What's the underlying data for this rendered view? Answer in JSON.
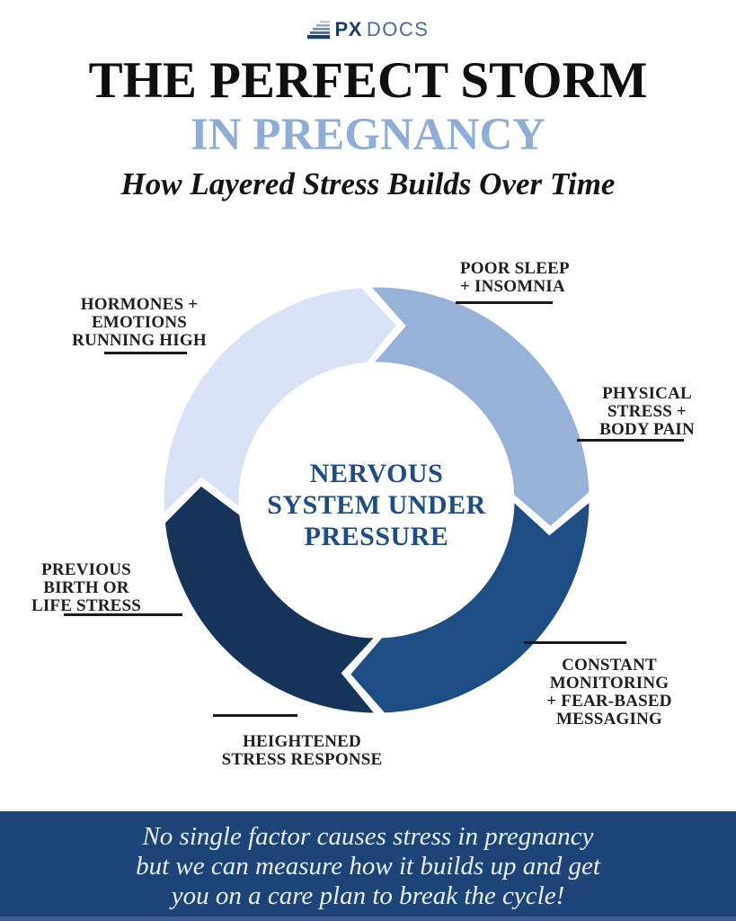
{
  "logo": {
    "px": "PX",
    "docs": "DOCS"
  },
  "header": {
    "title_line1": "THE PERFECT STORM",
    "title_line2": "IN PREGNANCY",
    "subtitle": "How Layered Stress Builds Over Time"
  },
  "colors": {
    "title_accent_blue": "#8fadd6",
    "center_text_blue": "#1e4b89",
    "footer_background": "#1d4478",
    "logo_dark_blue": "#1c3e6e",
    "logo_light_blue": "#4a6b9d"
  },
  "diagram": {
    "center_lines": [
      "NERVOUS",
      "SYSTEM UNDER",
      "PRESSURE"
    ],
    "segments": [
      {
        "id": "segment-top-left",
        "color": "#d9e3f5",
        "a": 266,
        "b": 356
      },
      {
        "id": "segment-top-right",
        "color": "#97b1d7",
        "a": 358,
        "b": 88
      },
      {
        "id": "segment-bottom-right",
        "color": "#1c4e85",
        "a": 90,
        "b": 178
      },
      {
        "id": "segment-bottom-left",
        "color": "#16335a",
        "a": 180,
        "b": 264
      }
    ],
    "callouts": [
      {
        "id": "hormones-emotions",
        "lines": [
          "HORMONES +",
          "EMOTIONS",
          "RUNNING HIGH"
        ]
      },
      {
        "id": "poor-sleep",
        "lines": [
          "POOR SLEEP",
          "+ INSOMNIA"
        ]
      },
      {
        "id": "physical-stress",
        "lines": [
          "PHYSICAL",
          "STRESS +",
          "BODY PAIN"
        ]
      },
      {
        "id": "constant-monitoring",
        "lines": [
          "CONSTANT",
          "MONITORING",
          "+ FEAR-BASED",
          "MESSAGING"
        ]
      },
      {
        "id": "heightened-response",
        "lines": [
          "HEIGHTENED",
          "STRESS RESPONSE"
        ]
      },
      {
        "id": "previous-stress",
        "lines": [
          "PREVIOUS",
          "BIRTH OR",
          "LIFE STRESS"
        ]
      }
    ]
  },
  "footer": {
    "message_lines": [
      "No single factor causes stress in pregnancy",
      "but we can measure how it builds up and get",
      "you on a care plan to break the cycle!"
    ]
  }
}
